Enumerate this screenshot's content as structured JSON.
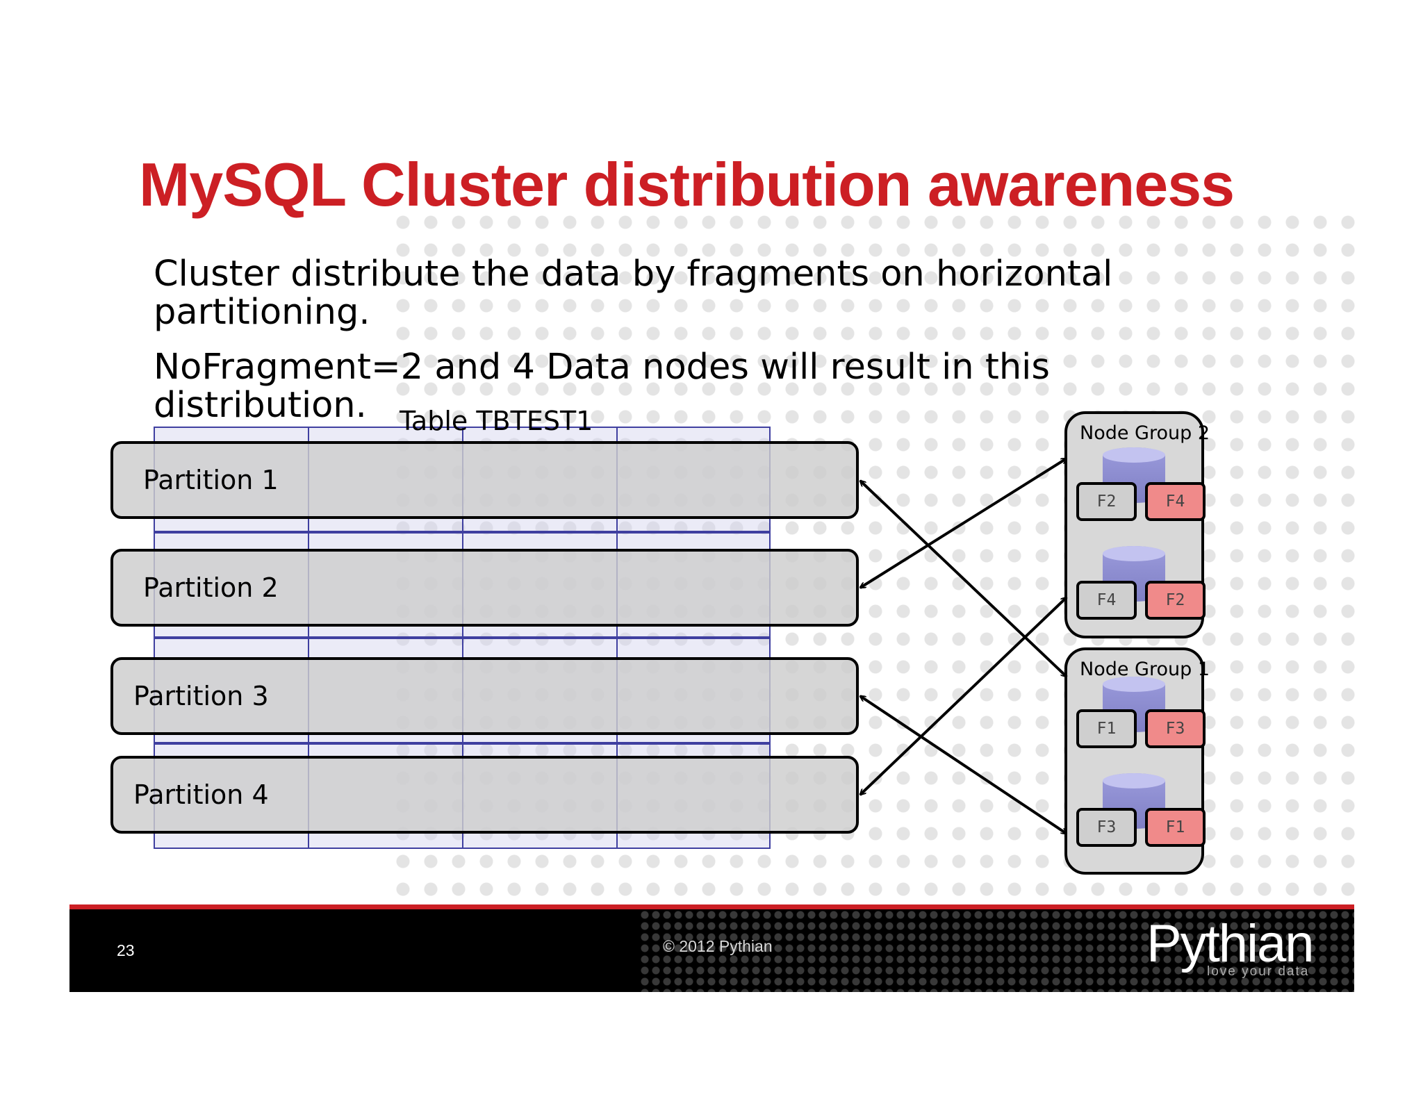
{
  "slide": {
    "title": "MySQL Cluster distribution awareness",
    "paragraphs": [
      "Cluster distribute the data by fragments on horizontal partitioning.",
      "NoFragment=2 and 4 Data nodes will result in this distribution."
    ],
    "table_label": "Table TBTEST1"
  },
  "diagram": {
    "partitions": [
      "Partition 1",
      "Partition 2",
      "Partition 3",
      "Partition 4"
    ],
    "node_groups": [
      {
        "label": "Node Group 2",
        "nodes": [
          {
            "fragments": [
              "F2",
              "F4"
            ]
          },
          {
            "fragments": [
              "F4",
              "F2"
            ]
          }
        ]
      },
      {
        "label": "Node Group 1",
        "nodes": [
          {
            "fragments": [
              "F1",
              "F3"
            ]
          },
          {
            "fragments": [
              "F3",
              "F1"
            ]
          }
        ]
      }
    ],
    "links": [
      {
        "partition": "Partition 1",
        "node_group": "Node Group 1"
      },
      {
        "partition": "Partition 2",
        "node_group": "Node Group 2"
      },
      {
        "partition": "Partition 3",
        "node_group": "Node Group 1"
      },
      {
        "partition": "Partition 4",
        "node_group": "Node Group 2"
      }
    ],
    "colors": {
      "primary_fragment": "#f08a8a",
      "secondary_fragment": "#cfcfcf",
      "disk": "#9b9bdc"
    }
  },
  "footer": {
    "page_number": "23",
    "copyright": "© 2012 Pythian",
    "logo_text": "Pythian",
    "tagline": "love your data"
  },
  "colors": {
    "title": "#cc1f24",
    "footer_bg": "#000000",
    "footer_accent": "#cc1f24"
  }
}
